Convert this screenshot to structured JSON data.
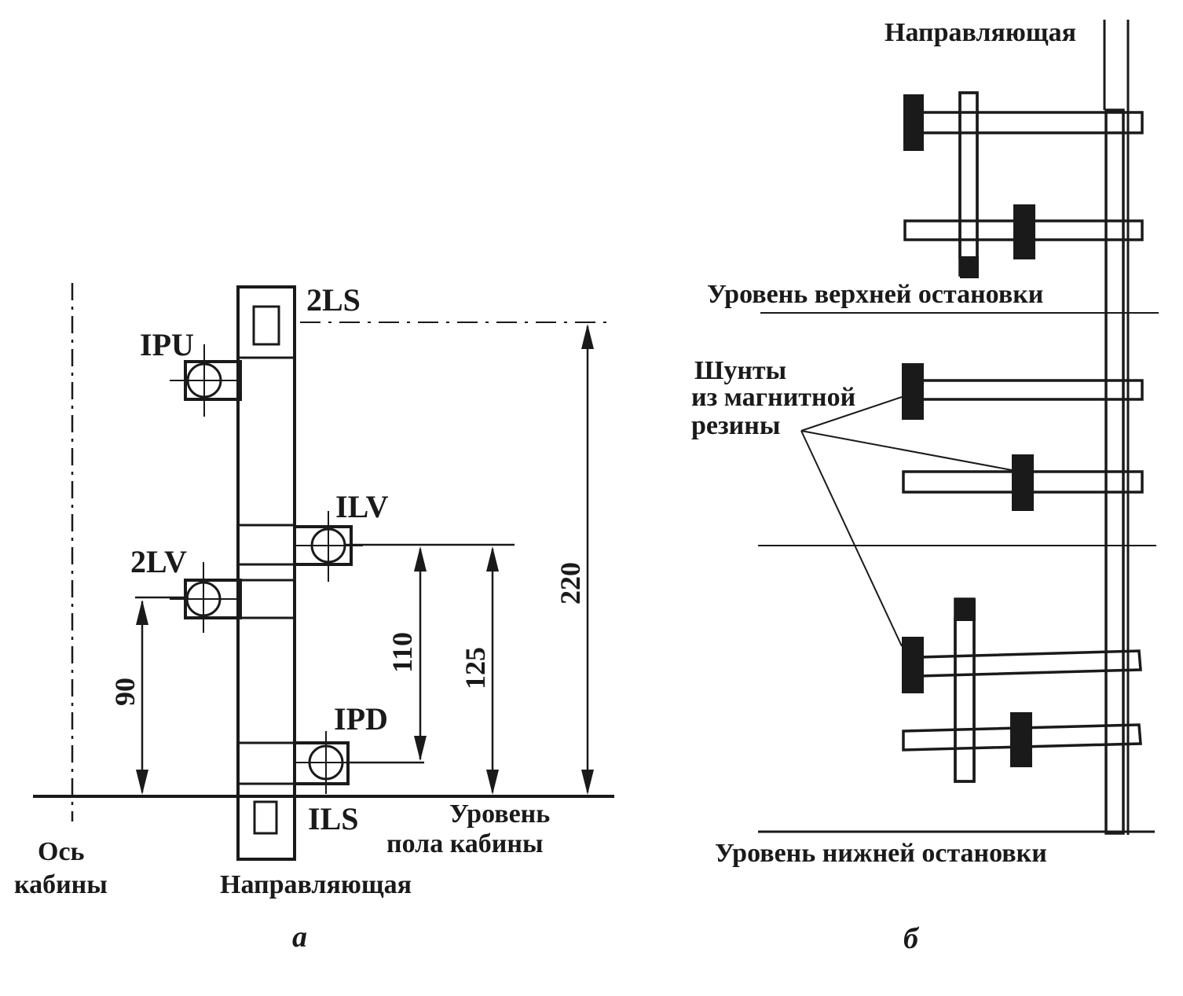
{
  "panel_a": {
    "caption": "a",
    "sensors": {
      "ls2": "2LS",
      "pu1": "IPU",
      "lv1": "ILV",
      "lv2": "2LV",
      "pd1": "IPD",
      "ls1": "ILS"
    },
    "dimensions": {
      "d220": "220",
      "d125": "125",
      "d110": "110",
      "d90": "90"
    },
    "labels": {
      "axis_line1": "Ось",
      "axis_line2": "кабины",
      "guide": "Направляющая",
      "floor_line1": "Уровень",
      "floor_line2": "пола кабины"
    }
  },
  "panel_b": {
    "caption": "б",
    "labels": {
      "guide": "Направляющая",
      "top_stop": "Уровень верхней остановки",
      "bottom_stop": "Уровень нижней остановки",
      "shunts_line1": "Шунты",
      "shunts_line2": "из магнитной",
      "shunts_line3": "резины"
    }
  }
}
